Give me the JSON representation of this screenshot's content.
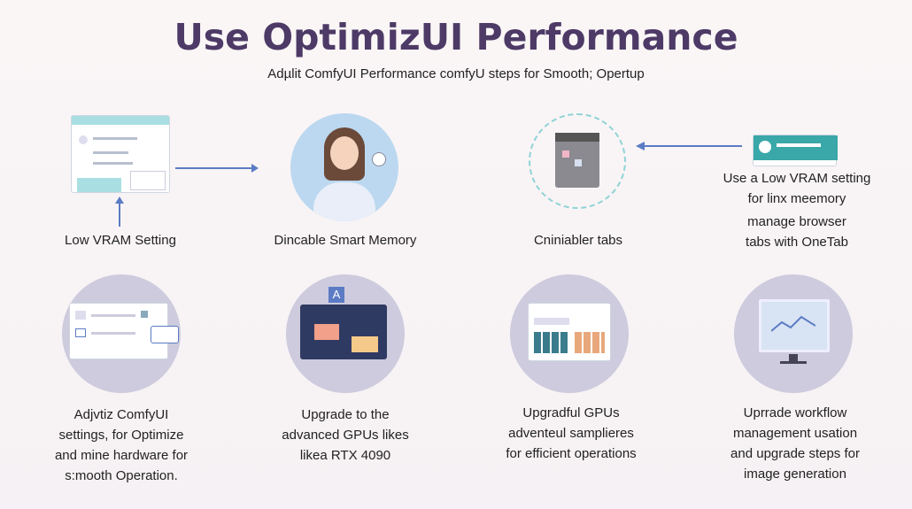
{
  "title": "Use OptimizUI Performance",
  "subtitle": "Adµlit ComfyUI Performance comfyU steps for Smooth; Opertup",
  "row1": [
    {
      "label": "Low VRAM Setting"
    },
    {
      "label": "Dincable Smart Memory"
    },
    {
      "label": "Cniniabler tabs"
    },
    {
      "lines": [
        "Use a Low VRAM setting",
        "for linx meemory",
        "manage browser",
        "tabs with OneTab"
      ]
    }
  ],
  "row2": [
    {
      "lines": [
        "Adjvtiz ComfyUI",
        "settings, for Optimize",
        "and mine hardware for",
        "s:mooth Operation."
      ]
    },
    {
      "lines": [
        "Upgrade to the",
        "advanced GPUs likes",
        "likea RTX 4090"
      ],
      "badge": "A"
    },
    {
      "lines": [
        "Upgradful GPUs",
        "adventeul samplieres",
        "for efficient operations"
      ]
    },
    {
      "lines": [
        "Uprrade workflow",
        "management usation",
        "and upgrade steps for",
        "image generation"
      ]
    }
  ],
  "colors": {
    "title": "#4d3a66",
    "circle": "#cdcbdd",
    "accent": "#5b7bc4",
    "teal": "#8fd3d6"
  }
}
